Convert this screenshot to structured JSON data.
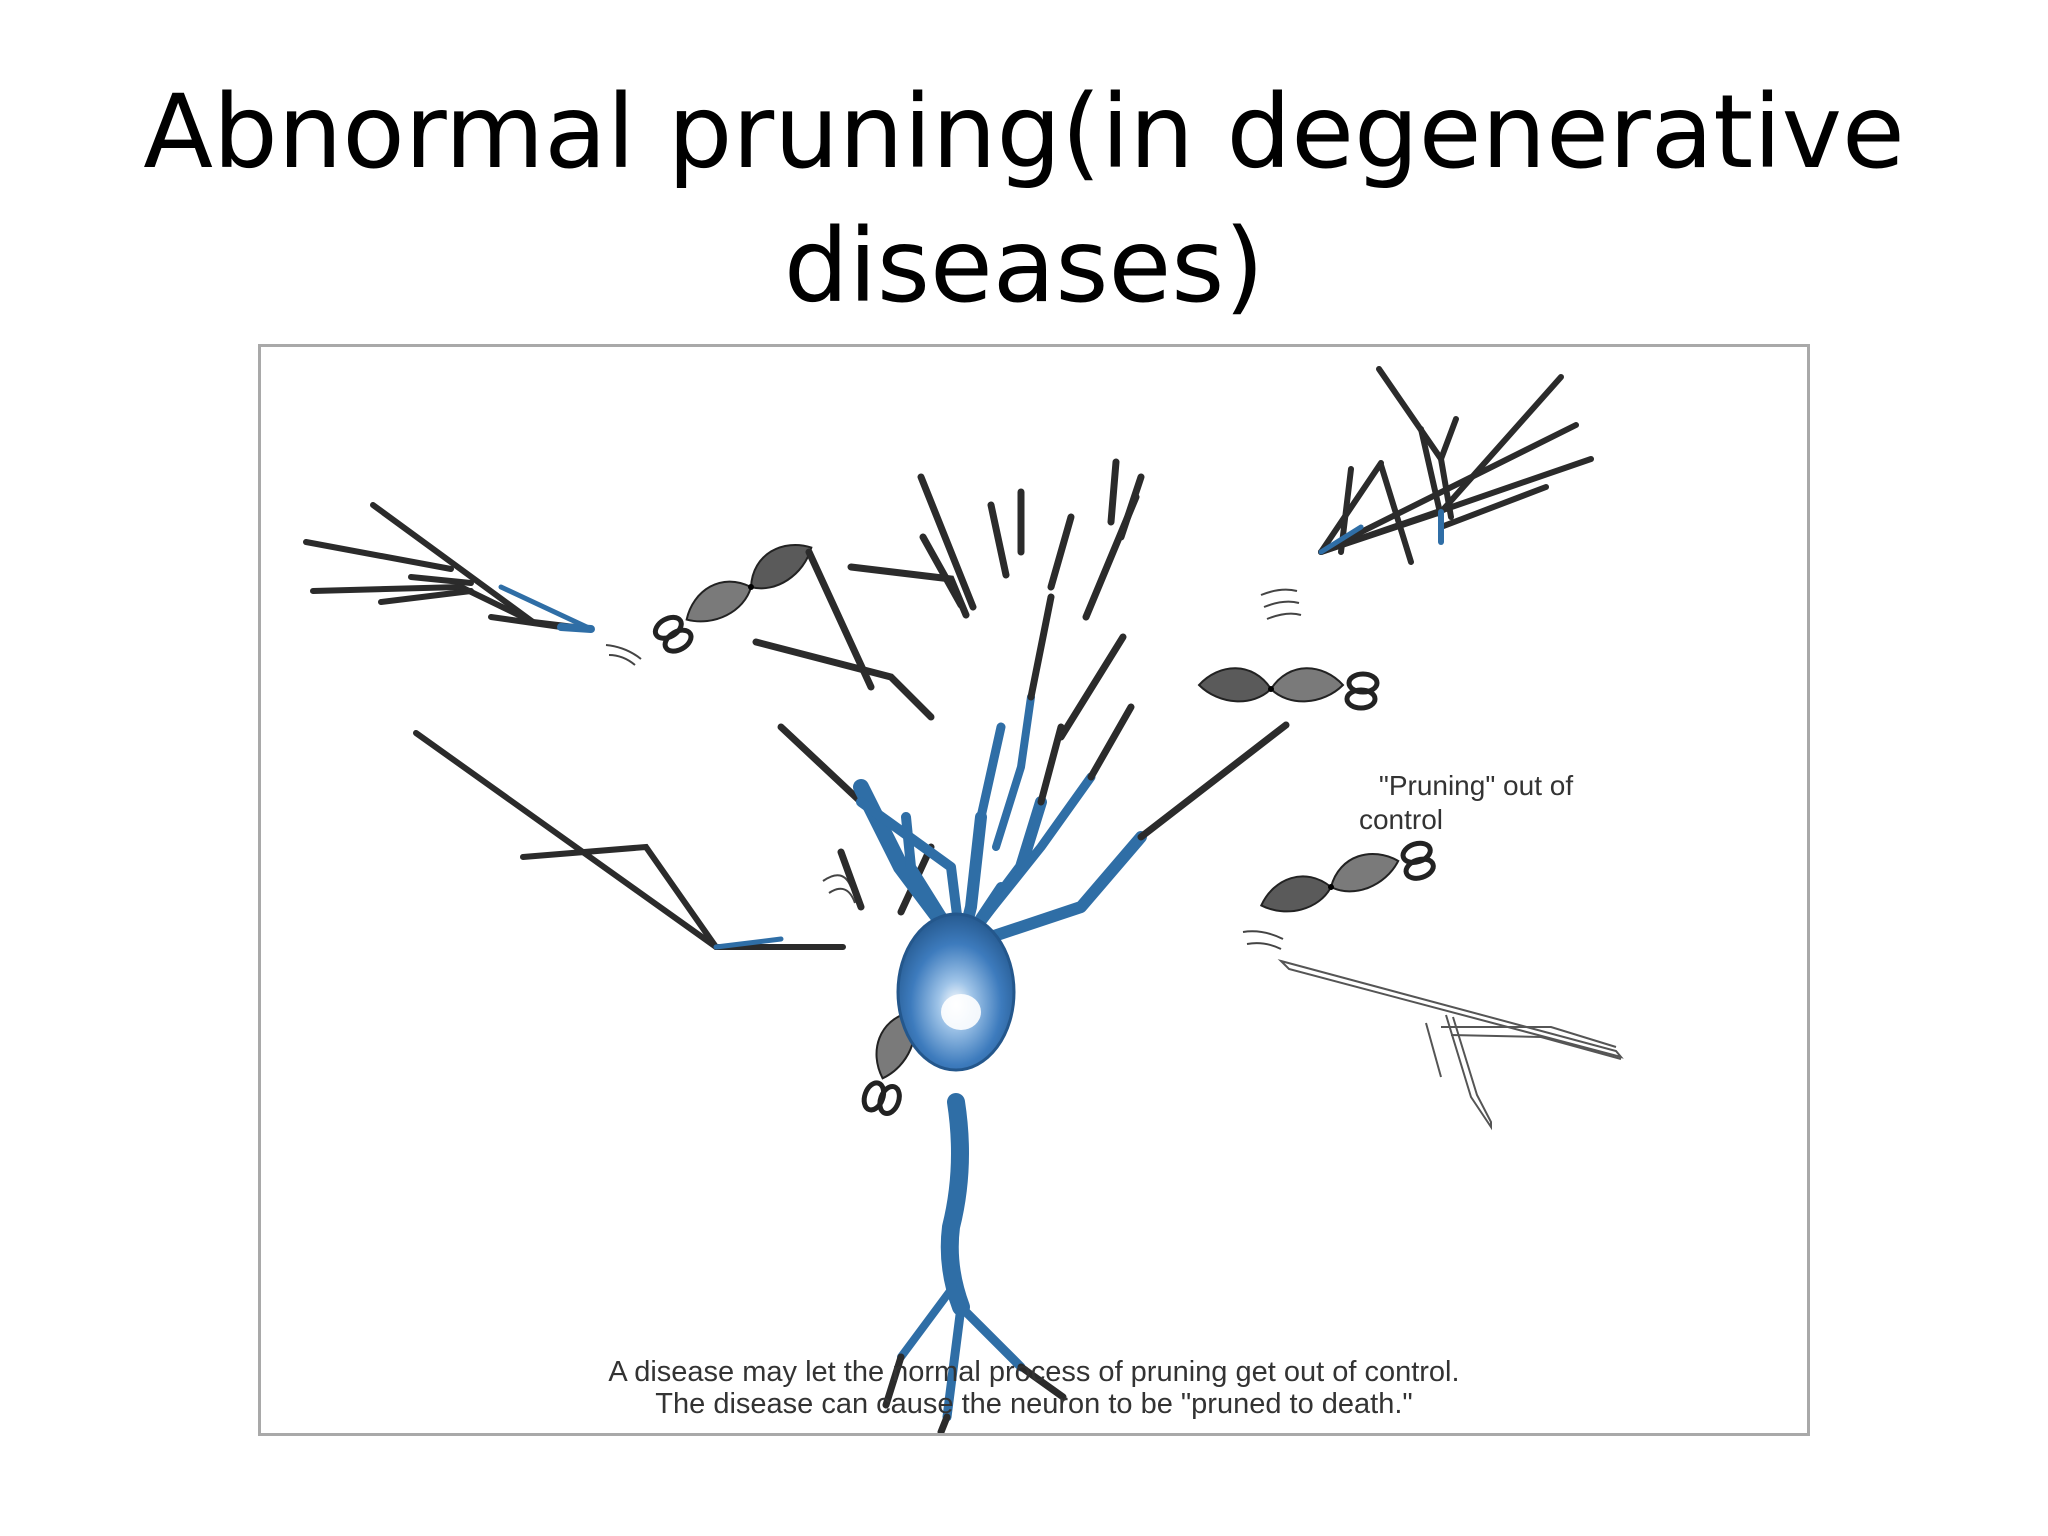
{
  "slide": {
    "title_line1": "Abnormal pruning(in degenerative",
    "title_line2": "diseases)"
  },
  "figure": {
    "annotation_line1": "\"Pruning\" out of",
    "annotation_line2": "control",
    "caption_line1": "A disease may let the normal process of pruning get out of control.",
    "caption_line2": "The disease can cause the neuron to be \"pruned to death.\""
  },
  "colors": {
    "neuron_blue": "#2f6ea6",
    "soma_highlight": "#ffffff",
    "branch_dark": "#2b2b2b",
    "scissors_gray": "#555555",
    "frame_border": "#a9a9a9"
  }
}
